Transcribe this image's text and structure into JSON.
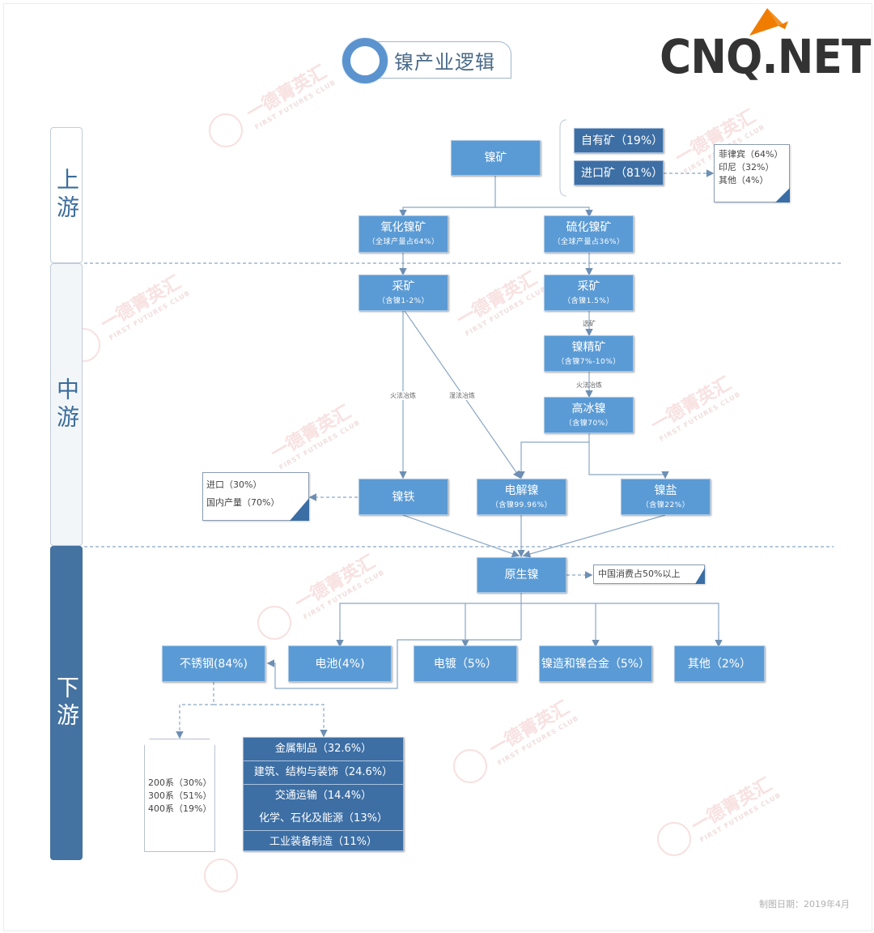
{
  "title": "镍产业逻辑",
  "logo": {
    "text": "CNQ.NET",
    "accent": "#f07c00"
  },
  "watermark": {
    "cn": "一德菁英汇",
    "en": "FIRST FUTURES CLUB"
  },
  "colors": {
    "box": "#5b9bd5",
    "box_dark": "#3d6fa5",
    "side_text": "#3b6d9c",
    "line": "#7f9fbf"
  },
  "stages": {
    "upstream": "上游",
    "midstream": "中游",
    "downstream": "下游"
  },
  "upstream": {
    "nickel_ore": "镍矿",
    "own_mine": "自有矿（19%）",
    "import_mine": "进口矿（81%）",
    "import_sources": [
      "菲律宾（64%）",
      "印尼（32%）",
      "其他（4%）"
    ],
    "oxide_ore": {
      "title": "氧化镍矿",
      "sub": "（全球产量占64%）"
    },
    "sulfide_ore": {
      "title": "硫化镍矿",
      "sub": "（全球产量占36%）"
    }
  },
  "midstream": {
    "mining_left": {
      "title": "采矿",
      "sub": "（含镍1-2%）"
    },
    "mining_right": {
      "title": "采矿",
      "sub": "（含镍1.5%）"
    },
    "beneficiation": "选矿",
    "concentrate": {
      "title": "镍精矿",
      "sub": "（含镍7%-10%）"
    },
    "pyro_smelting_right": "火法冶炼",
    "matte": {
      "title": "高冰镍",
      "sub": "（含镍70%）"
    },
    "pyro_smelting_left": "火法冶炼",
    "hydro_smelting": "湿法冶炼",
    "ferronickel": {
      "title": "镍铁"
    },
    "electrolytic": {
      "title": "电解镍",
      "sub": "（含镍99.96%）"
    },
    "nickel_salt": {
      "title": "镍盐",
      "sub": "（含镍22%）"
    },
    "ferronickel_note": [
      "进口（30%）",
      "国内产量（70%）"
    ]
  },
  "downstream": {
    "primary": "原生镍",
    "primary_note": "中国消费占50%以上",
    "uses": [
      "不锈钢(84%)",
      "电池(4%)",
      "电镀（5%）",
      "镍造和镍合金（5%）",
      "其他（2%）"
    ],
    "stainless_series": [
      "200系（30%）",
      "300系（51%）",
      "400系（19%）"
    ],
    "stainless_apps": [
      "金属制品（32.6%）",
      "建筑、结构与装饰（24.6%）",
      "交通运输（14.4%）",
      "化学、石化及能源（13%）",
      "工业装备制造（11%）"
    ]
  },
  "footer": "制图日期：2019年4月"
}
